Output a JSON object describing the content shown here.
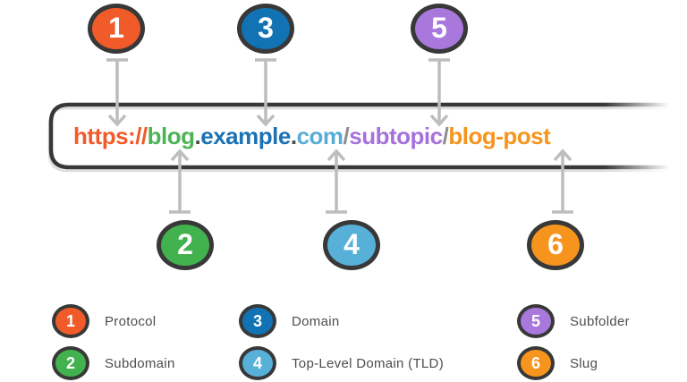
{
  "url": {
    "full": "https://blog.example.com/subtopic/blog-post",
    "segments": [
      {
        "name": "protocol",
        "text": "https://",
        "color": "#f15b2a"
      },
      {
        "name": "subdomain",
        "text": "blog",
        "color": "#4cb455"
      },
      {
        "name": "dot-1",
        "text": ".",
        "color": "#4a4a4a"
      },
      {
        "name": "domain",
        "text": "example",
        "color": "#1b72b4"
      },
      {
        "name": "dot-2",
        "text": ".",
        "color": "#4a4a4a"
      },
      {
        "name": "tld",
        "text": "com",
        "color": "#57acd8"
      },
      {
        "name": "slash-1",
        "text": "/",
        "color": "#8e8e8e"
      },
      {
        "name": "subfolder",
        "text": "subtopic",
        "color": "#a671db"
      },
      {
        "name": "slash-2",
        "text": "/",
        "color": "#8e8e8e"
      },
      {
        "name": "slug",
        "text": "blog-post",
        "color": "#f7941e"
      }
    ]
  },
  "callouts": {
    "top": [
      {
        "number": "1",
        "color": "#f15b2a",
        "points_to": "https://"
      },
      {
        "number": "3",
        "color": "#1173b4",
        "points_to": "example"
      },
      {
        "number": "5",
        "color": "#a878dc",
        "points_to": "subtopic"
      }
    ],
    "bottom": [
      {
        "number": "2",
        "color": "#42b24e",
        "points_to": "blog"
      },
      {
        "number": "4",
        "color": "#57b0d8",
        "points_to": "com"
      },
      {
        "number": "6",
        "color": "#f7941e",
        "points_to": "blog-post"
      }
    ]
  },
  "legend": {
    "items": [
      {
        "number": "1",
        "label": "Protocol",
        "color": "#f15b2a"
      },
      {
        "number": "2",
        "label": "Subdomain",
        "color": "#42b24e"
      },
      {
        "number": "3",
        "label": "Domain",
        "color": "#1173b4"
      },
      {
        "number": "4",
        "label": "Top-Level Domain (TLD)",
        "color": "#57b0d8"
      },
      {
        "number": "5",
        "label": "Subfolder",
        "color": "#a878dc"
      },
      {
        "number": "6",
        "label": "Slug",
        "color": "#f7941e"
      }
    ]
  },
  "colors": {
    "outline": "#383838",
    "arrow": "#bdbdbd",
    "legend_text": "#4d4d4d",
    "background": "#ffffff"
  }
}
